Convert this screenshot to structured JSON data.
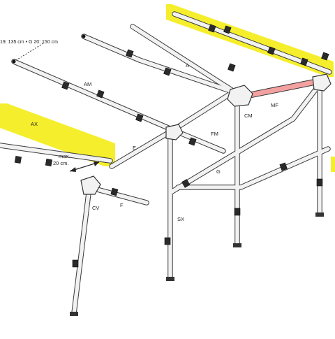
{
  "diagram": {
    "top_note": "19: 135 cm • G 20: 150 cm",
    "max_label_line1": "max.",
    "max_label_line2": "20 cm.",
    "labels": {
      "A": "A",
      "AM": "AM",
      "AX": "AX",
      "CM": "CM",
      "MF": "MF",
      "FM": "FM",
      "E": "E",
      "G": "G",
      "F": "F",
      "CV": "CV",
      "SX": "SX"
    }
  },
  "colors": {
    "pipe_fill": "#f2f2f2",
    "pipe_outline": "#3a3a3a",
    "highlight_yellow": "#f5ee2c",
    "ridge_pink": "#f2a0a0"
  }
}
